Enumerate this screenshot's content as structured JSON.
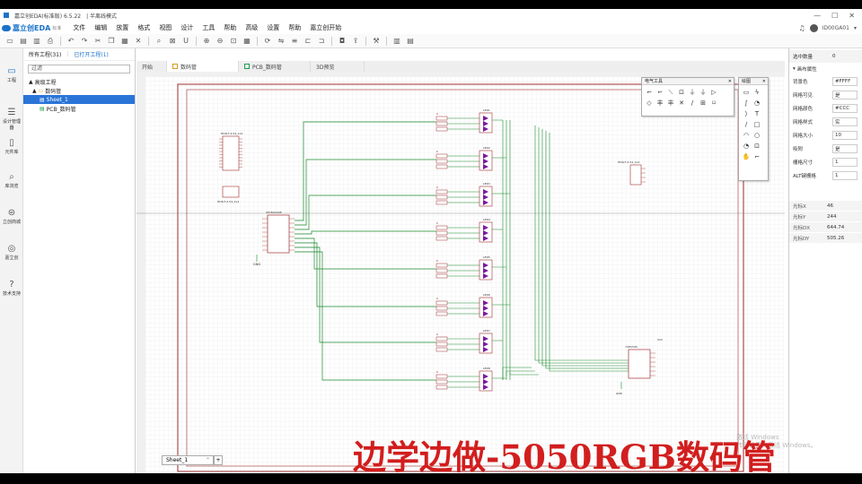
{
  "titlebar": {
    "app_title": "嘉立创EDA(标准版) 6.5.22",
    "mode": "| 半离线模式",
    "win_min": "—",
    "win_max": "☐",
    "win_close": "✕"
  },
  "menubar": {
    "logo_text": "嘉立创EDA",
    "logo_sub": "标准",
    "items": [
      "文件",
      "编辑",
      "放置",
      "格式",
      "视图",
      "设计",
      "工具",
      "帮助",
      "高级",
      "设置",
      "帮助",
      "嘉立创开始"
    ],
    "user_name": "ID00GA01"
  },
  "leftbar": {
    "items": [
      {
        "label": "工程",
        "icon": "folder-icon"
      },
      {
        "label": "设计管理器",
        "icon": "layers-icon"
      },
      {
        "label": "元件库",
        "icon": "chip-icon"
      },
      {
        "label": "库浏览",
        "icon": "search-icon"
      },
      {
        "label": "立创商城",
        "icon": "cart-icon"
      },
      {
        "label": "嘉立创",
        "icon": "factory-icon"
      },
      {
        "label": "技术支持",
        "icon": "help-icon"
      }
    ]
  },
  "project": {
    "tab_all": "所有工程(31)",
    "tab_open": "已打开工程(1)",
    "search_placeholder": "过滤",
    "tree": [
      {
        "label": "高级工程",
        "level": 0,
        "icon": "▲"
      },
      {
        "label": "数码管",
        "level": 1,
        "icon": "▲"
      },
      {
        "label": "Sheet_1",
        "level": 2,
        "icon": "▤",
        "selected": true
      },
      {
        "label": "PCB_数码管",
        "level": 2,
        "icon": "▤"
      }
    ]
  },
  "doctabs": [
    {
      "label": "开始",
      "type": "none",
      "active": false
    },
    {
      "label": "数码管",
      "type": "sch",
      "active": true
    },
    {
      "label": "PCB_数码管",
      "type": "pcb",
      "active": false
    },
    {
      "label": "3D预览",
      "type": "none",
      "active": false
    }
  ],
  "wiring_palette": {
    "title": "电气工具",
    "close": "✕",
    "tools": [
      "⌐",
      "⌐",
      "⟍",
      "⊡",
      "⏚",
      "⏚",
      "▷",
      "◇",
      "丰",
      "丰",
      "✕",
      "∕",
      "⊞",
      "⌑"
    ]
  },
  "drawing_palette": {
    "title": "绘图",
    "close": "✕",
    "tools": [
      "▭",
      "ϟ",
      "∫",
      "◔",
      "⟩",
      "T",
      "∕",
      "□",
      "◠",
      "○",
      "◔",
      "⊡",
      "✋",
      "⌐"
    ]
  },
  "properties": {
    "selection_count_label": "选中数量",
    "selection_count": "0",
    "section_title": "画布属性",
    "fields": [
      {
        "k": "背景色",
        "v": "#FFFF"
      },
      {
        "k": "网格可见",
        "v": "是"
      },
      {
        "k": "网格颜色",
        "v": "#CCC"
      },
      {
        "k": "网格样式",
        "v": "实"
      },
      {
        "k": "网格大小",
        "v": "10"
      },
      {
        "k": "吸附",
        "v": "是"
      },
      {
        "k": "栅格尺寸",
        "v": "1"
      },
      {
        "k": "ALT键栅格",
        "v": "1"
      }
    ],
    "coords": [
      {
        "k": "光标X",
        "v": "46"
      },
      {
        "k": "光标Y",
        "v": "244"
      },
      {
        "k": "光标DX",
        "v": "644.74"
      },
      {
        "k": "光标DY",
        "v": "505.26"
      }
    ]
  },
  "schematic": {
    "led_labels": [
      "LED1",
      "LED2",
      "LED3",
      "LED4",
      "LED5",
      "LED6",
      "LED7",
      "LED8"
    ],
    "resistor_label": "R",
    "mcu_label": "STC8G1K08",
    "gnd_label": "GND",
    "vcc_label": "VCC",
    "connector_label": "HDR-F-2.54_1x4",
    "ic_label": "74HC595"
  },
  "sheetbar": {
    "sheet_name": "Sheet_1",
    "add": "+"
  },
  "caption": "边学边做-5050RGB数码管",
  "watermark": {
    "line1": "激活 Windows",
    "line2": "转到设置以激活 Windows。"
  },
  "colors": {
    "wire": "#1a8a2e",
    "border": "#a03030",
    "accent": "#1a73c8",
    "caption": "#d21e1e"
  }
}
